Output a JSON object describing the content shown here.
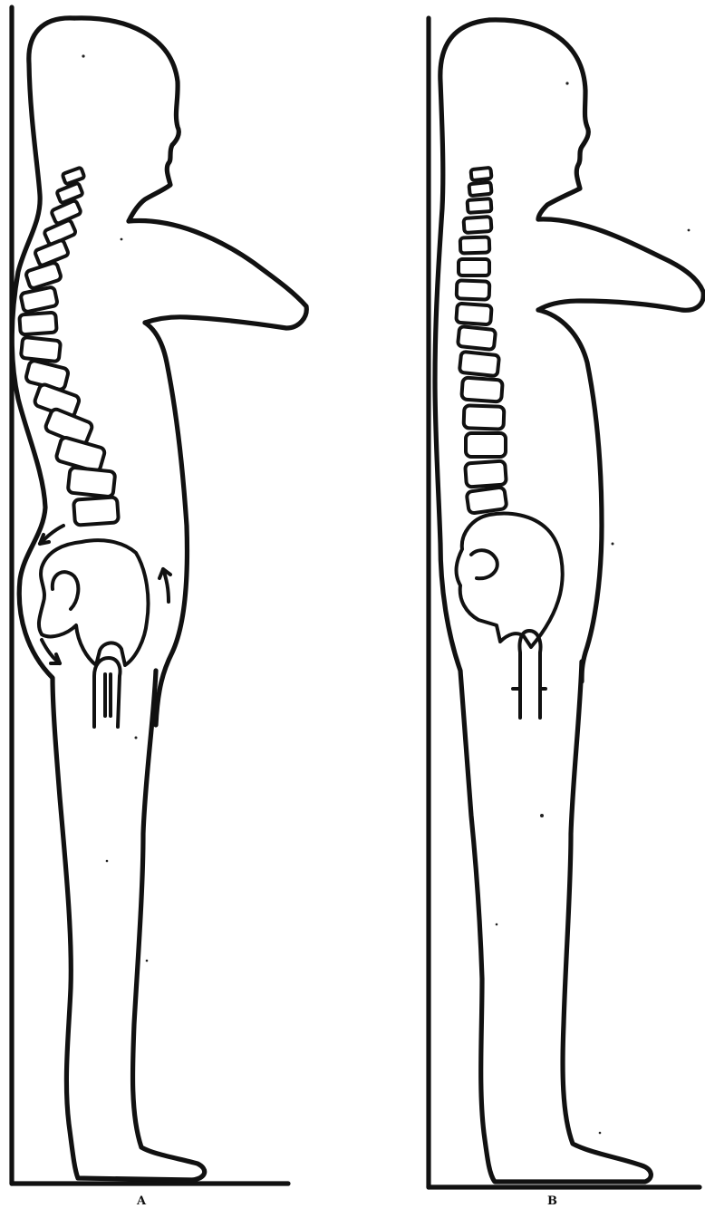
{
  "figure": {
    "panels": [
      {
        "id": "A",
        "label": "A",
        "posture": "slumped",
        "arrows": true
      },
      {
        "id": "B",
        "label": "B",
        "posture": "upright",
        "arrows": false
      }
    ],
    "ink_color": "#111111",
    "paper_color": "#ffffff"
  }
}
